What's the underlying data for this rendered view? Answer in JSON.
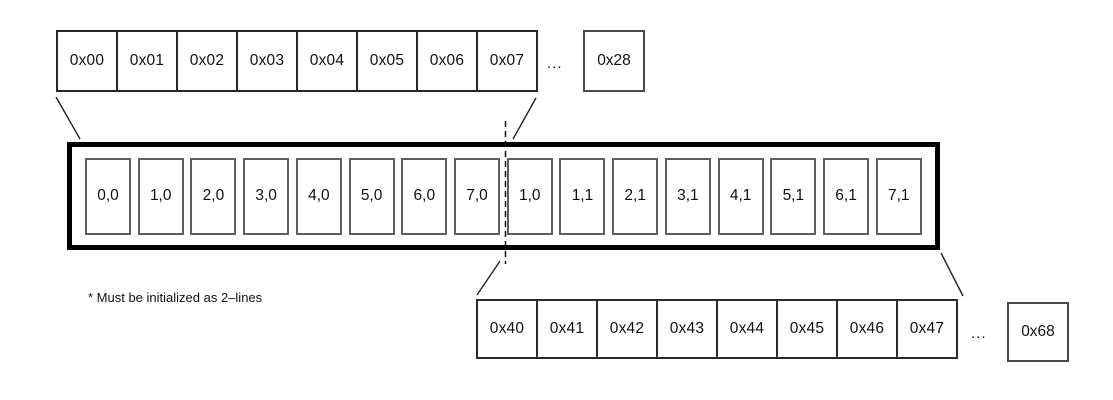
{
  "diagram": {
    "note": "* Must be initialized as 2–lines",
    "ellipsis": "...",
    "top_row": {
      "cells": [
        "0x00",
        "0x01",
        "0x02",
        "0x03",
        "0x04",
        "0x05",
        "0x06",
        "0x07"
      ],
      "tail_cell": "0x28"
    },
    "buffer": {
      "cells": [
        "0,0",
        "1,0",
        "2,0",
        "3,0",
        "4,0",
        "5,0",
        "6,0",
        "7,0",
        "1,0",
        "1,1",
        "2,1",
        "3,1",
        "4,1",
        "5,1",
        "6,1",
        "7,1"
      ]
    },
    "bottom_row": {
      "cells": [
        "0x40",
        "0x41",
        "0x42",
        "0x43",
        "0x44",
        "0x45",
        "0x46",
        "0x47"
      ],
      "tail_cell": "0x68"
    },
    "colors": {
      "outer_border": "#000000",
      "cell_border": "#5e5e5e",
      "addr_border": "#2a2a2a",
      "connector_line": "#222222"
    }
  }
}
